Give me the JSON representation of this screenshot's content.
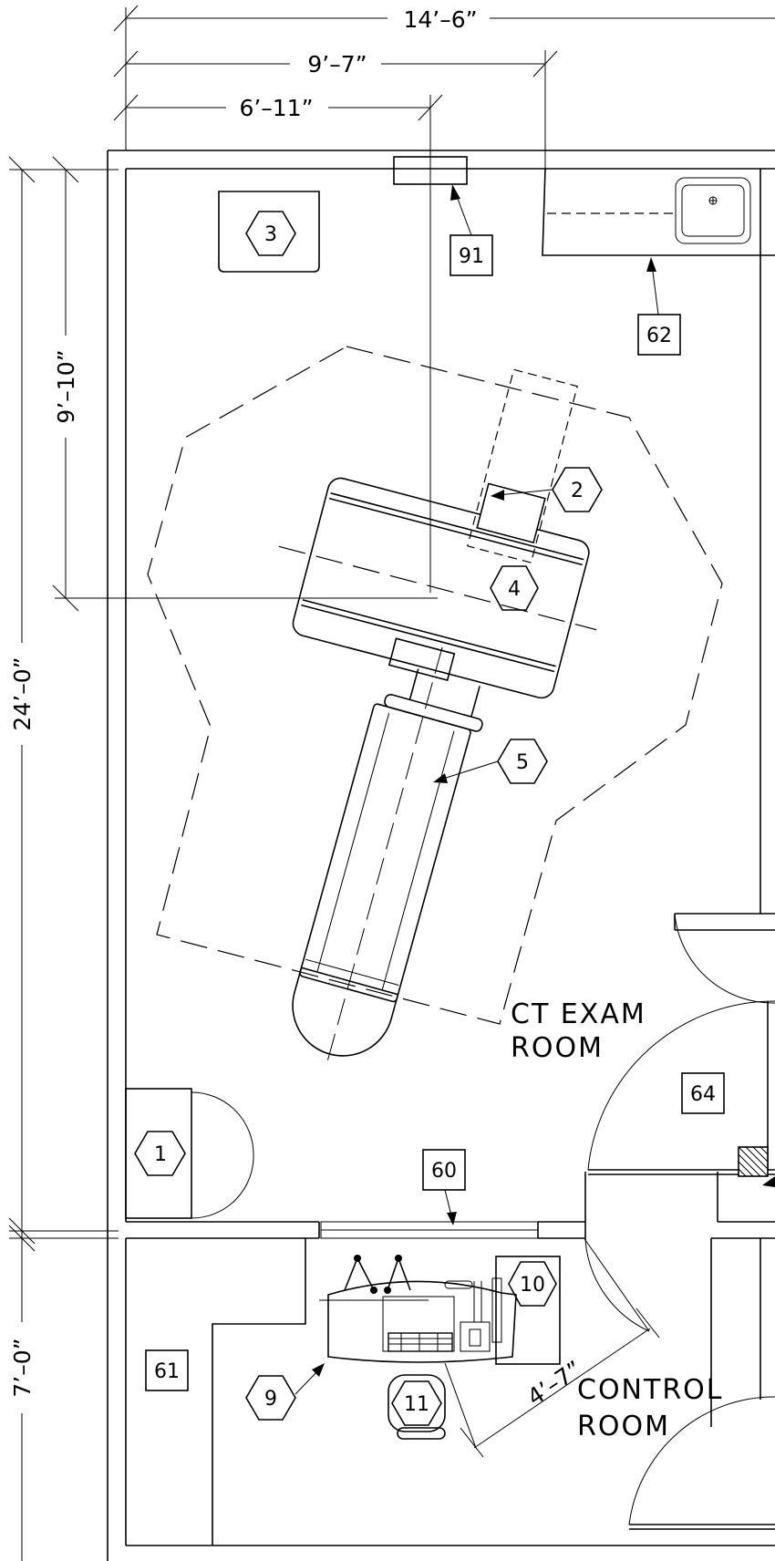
{
  "dimensions": {
    "total_width": "14’–6”",
    "width_to_sink_wall": "9’–7”",
    "width_to_iso": "6’–11”",
    "total_height": "24’–0”",
    "height_to_iso": "9’–10”",
    "control_room_height": "7’–0”",
    "control_room_diag": "4’–7”"
  },
  "rooms": {
    "exam": [
      "CT EXAM",
      "ROOM"
    ],
    "control": [
      "CONTROL",
      "ROOM"
    ]
  },
  "hex_tags": {
    "t1": "1",
    "t2": "2",
    "t3": "3",
    "t4": "4",
    "t5": "5",
    "t9": "9",
    "t10": "10",
    "t11": "11"
  },
  "box_tags": {
    "b60": "60",
    "b61": "61",
    "b62": "62",
    "b64": "64",
    "b91": "91"
  }
}
